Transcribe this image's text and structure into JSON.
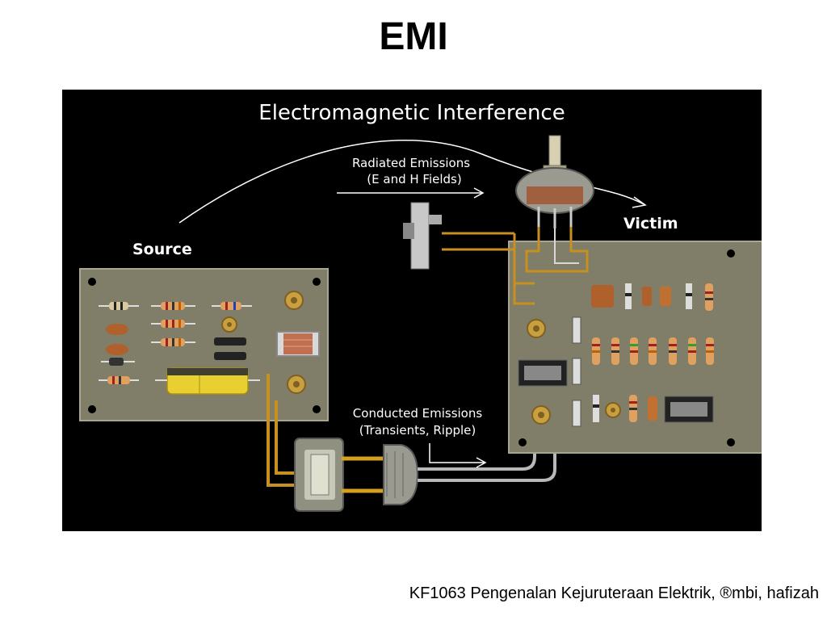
{
  "slide": {
    "title": "EMI",
    "footer": "KF1063 Pengenalan Kejuruteraan Elektrik, ®mbi, hafizah"
  },
  "diagram": {
    "heading": "Electromagnetic Interference",
    "radiated_line1": "Radiated Emissions",
    "radiated_line2": "(E and H Fields)",
    "conducted_line1": "Conducted Emissions",
    "conducted_line2": "(Transients, Ripple)",
    "source_label": "Source",
    "victim_label": "Victim"
  },
  "colors": {
    "background": "#000000",
    "board": "#807d68",
    "wire_gold": "#c8901e",
    "wire_gray": "#b8b8b8",
    "text": "#ffffff"
  }
}
